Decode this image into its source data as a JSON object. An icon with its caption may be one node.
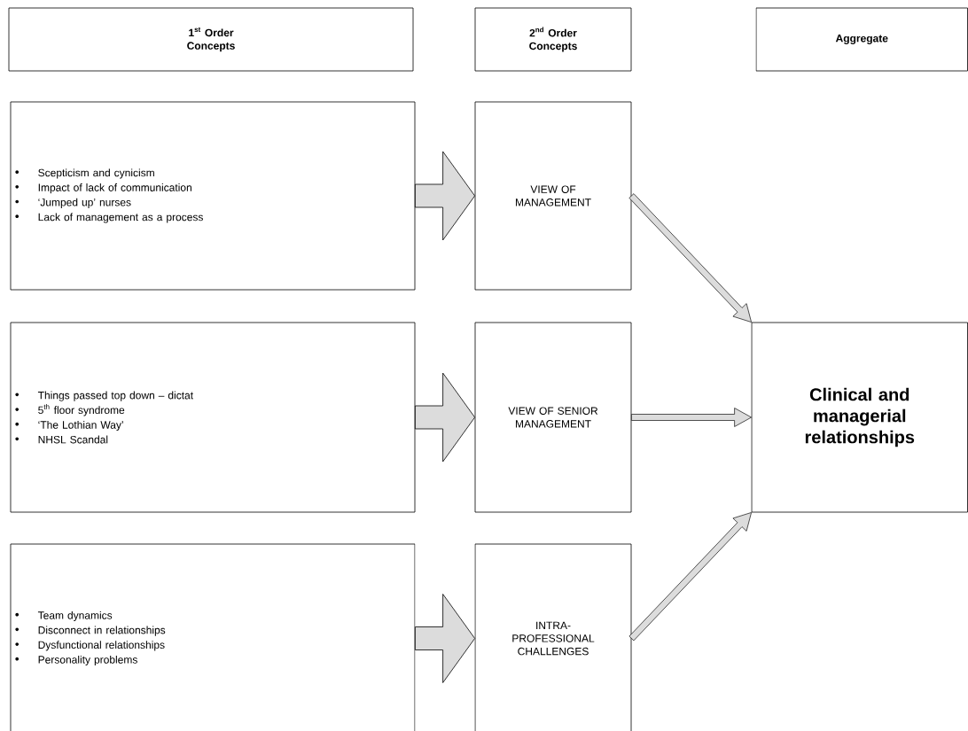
{
  "diagram": {
    "nodes": [
      {
        "text": [
          "1$^{st}$ Order Concepts"
        ]
      },
      {
        "text": [
          "2$^{nd}$ Order Concepts"
        ]
      },
      {
        "text": [
          "Aggregate"
        ]
      },
      {
        "text": [
          "Scepticism and cynicism",
          "Impact of lack of communication",
          "‘Jumped up’ nurses",
          "Lack of management as a process"
        ]
      },
      {
        "text": [
          "VIEW OF MANAGEMENT"
        ]
      },
      {
        "text": [
          "Things passed top down – dictat",
          "5$^{th}$ floor syndrome",
          "‘The Lothian Way’",
          "NHSL Scandal"
        ]
      },
      {
        "text": [
          "VIEW OF SENIOR MANAGEMENT"
        ]
      },
      {
        "text": [
          "Team dynamics",
          "Disconnect in relationships",
          "Dysfunctional relationships",
          "Personality problems"
        ]
      },
      {
        "text": [
          "INTRA-PROFESSIONAL CHALLENGES"
        ]
      },
      {
        "text": [
          "Clinical and managerial relationships"
        ]
      }
    ],
    "edges": [
      {
        "from": 3,
        "to": 4,
        "arrow": "to",
        "style": "thick"
      },
      {
        "from": 5,
        "to": 6,
        "arrow": "to",
        "style": "thick"
      },
      {
        "from": 7,
        "to": 8,
        "arrow": "to",
        "style": "thick"
      },
      {
        "from": 4,
        "to": 9,
        "arrow": "to"
      },
      {
        "from": 6,
        "to": 9,
        "arrow": "to"
      },
      {
        "from": 8,
        "to": 9,
        "arrow": "to"
      }
    ]
  }
}
